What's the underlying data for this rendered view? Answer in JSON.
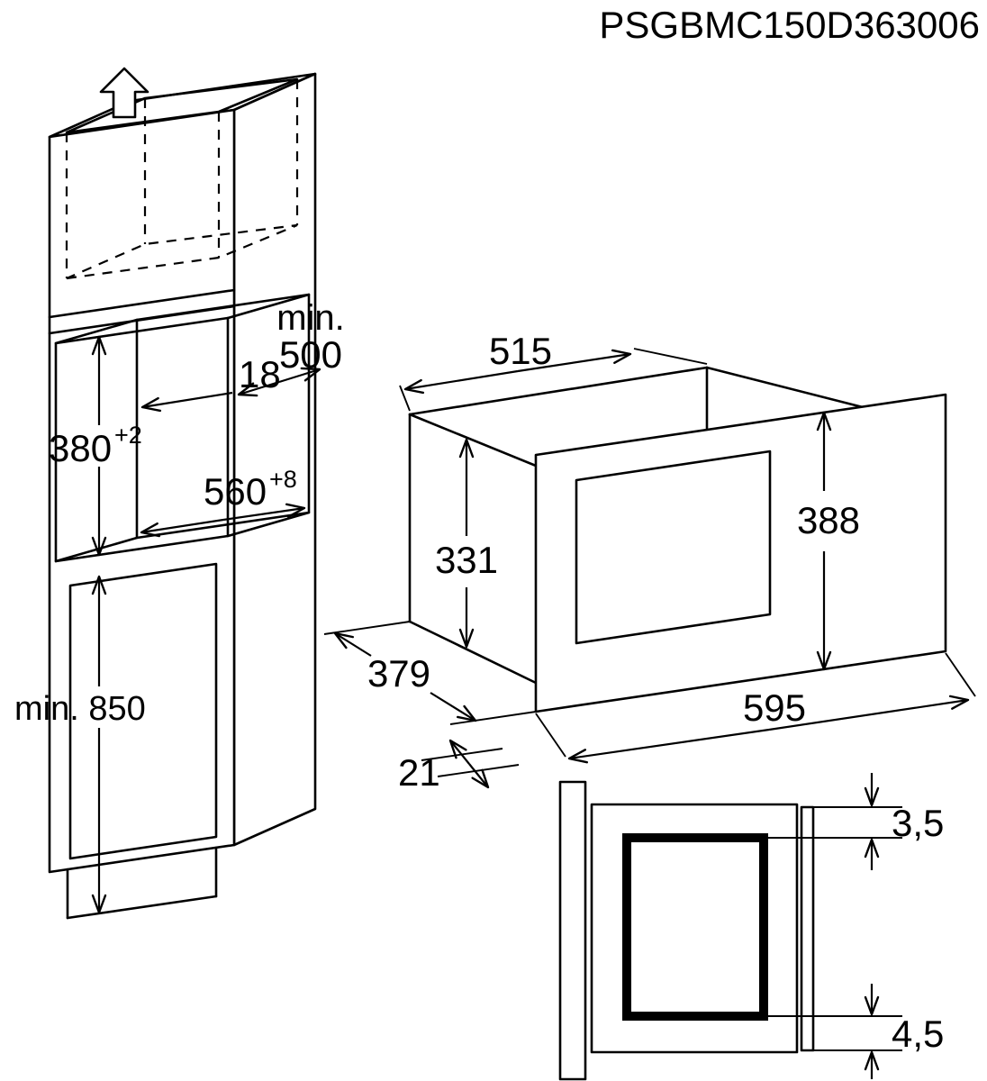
{
  "title": "PSGBMC150D363006",
  "cabinet": {
    "niche_depth_prefix": "min.",
    "niche_depth": "500",
    "panel_thickness": "18",
    "niche_height": "380",
    "niche_height_tolerance": "+2",
    "niche_width": "560",
    "niche_width_tolerance": "+8",
    "worktop_height": "min. 850"
  },
  "microwave": {
    "body_width": "515",
    "body_height": "331",
    "front_height": "388",
    "body_depth": "379",
    "frame_gap": "21",
    "front_width": "595"
  },
  "section_detail": {
    "top_clearance": "3,5",
    "bottom_clearance": "4,5"
  },
  "colors": {
    "line": "#000000",
    "background": "#ffffff"
  }
}
